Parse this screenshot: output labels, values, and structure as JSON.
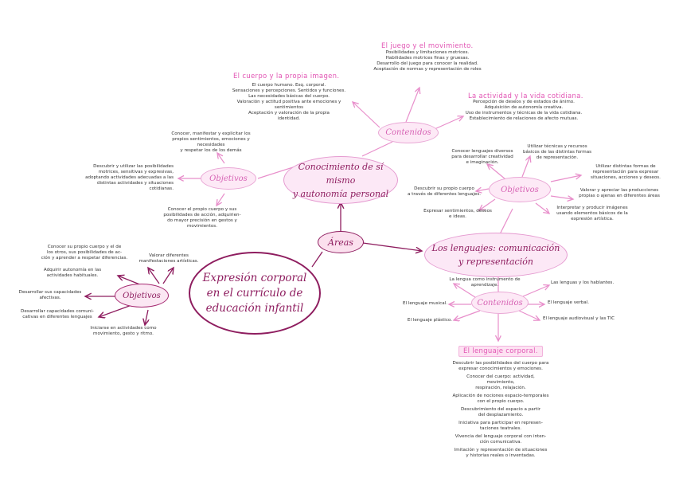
{
  "center": {
    "title": "Expresión corporal\nen el currículo de\neducación infantil"
  },
  "areas": {
    "label": "Áreas"
  },
  "conocimiento": {
    "label": "Conocimiento de sí mismo\ny autonomía personal",
    "contenidos_label": "Contenidos",
    "objetivos_label": "Objetivos",
    "topics": [
      {
        "heading": "El juego y el movimiento.",
        "body": "Posibilidades y limitaciones motrices.\nHabilidades motrices finas y gruesas.\nDesarrollo del juego para conocer la realidad.\nAceptación de normas y representación de roles"
      },
      {
        "heading": "El cuerpo y la propia imagen.",
        "body": "El cuerpo humano. Esq. corporal.\nSensaciones y percepciones. Sentidos y funciones.\nLas necesidades básicas del cuerpo.\nValoración y actitud positiva ante emociones y\nsentimientos\nAceptación y valoración de la propia\nidentidad."
      },
      {
        "heading": "La actividad y la vida cotidiana.",
        "body": "Percepción de deseos y de estados de ánimo.\nAdquisición de autonomía creativa.\nUso de instrumentos y técnicas de la vida cotidiana.\nEstablecimiento de relaciones de afecto mutuas."
      }
    ],
    "objetivos": [
      "Conocer, manifestar y explicitar los\npropios sentimientos, emociones y necesidades\ny respetar los de los demás",
      "Descubrir y utilizar las posibilidades\nmotrices, sensitivas y expresivas,\nadoptando actividades adecuadas a las\ndistintas actividades y situaciones\ncotidianas.",
      "Conocer el propio cuerpo y sus\nposibilidades de acción, adquirien-\ndo mayor precisión en gestos y\nmovimientos."
    ]
  },
  "lenguajes": {
    "label": "Los lenguajes: comunicación\ny representación",
    "objetivos_label": "Objetivos",
    "contenidos_label": "Contenidos",
    "objetivos": [
      "Conocer lenguajes diversos\npara desarrollar creatividad\ne imaginación.",
      "Utilizar técnicas y recursos\nbásicos de las distintas formas\nde representación.",
      "Utilizar distintas formas de\nrepresentación para expresar\nsituaciones, acciones y deseos.",
      "Descubrir su propio cuerpo\na través de diferentes lenguajes.",
      "Valorar y apreciar las producciones\npropias o ajenas en diferentes áreas",
      "Expresar sentimientos, deseos\ne ideas.",
      "Interpretar y producir imágenes\nusando elementos básicos de la\nexpresión artística."
    ],
    "contenidos": [
      "La lengua como instrumento de\naprendizaje.",
      "Las lenguas y los hablantes.",
      "El lenguaje musical.",
      "El lenguaje verbal.",
      "El lenguaje plástico.",
      "El lenguaje audiovisual y las TIC"
    ],
    "corporal": {
      "heading": "El lenguaje corporal.",
      "items": [
        "Descubrir las posibilidades del cuerpo para\nexpresar conocimientos y emociones.",
        "Conocer del cuerpo: actividad, movimiento,\nrespiración, relajación.",
        "Aplicación de nociones espacio-temporales\ncon el propio cuerpo.",
        "Descubrimiento del espacio a partir\ndel desplazamiento.",
        "Iniciativa para participar en represen-\ntaciones teatrales.",
        "Vivencia del lenguaje corporal con inten-\nción comunicativa.",
        "Imitación y representación de situaciones\ny historias reales o inventadas."
      ]
    }
  },
  "central_objetivos": {
    "label": "Objetivos",
    "items": [
      "Conocer su propio cuerpo y el de\nlos otros, sus posibilidades de ac-\nción y aprender a respetar diferencias.",
      "Valorar diferentes\nmanifestaciones artísticas.",
      "Adquirir autonomía en las\nactividades habituales.",
      "Desarrollar sus capacidades\nafectivas.",
      "Desarrollar capacidades comuni-\ncativas en diferentes lenguajes",
      "Iniciarse en actividades como\nmovimiento, gesto y ritmo."
    ]
  },
  "colors": {
    "dark": "#8e1d5f",
    "pink": "#e26fbd",
    "light": "#fde9f6"
  }
}
